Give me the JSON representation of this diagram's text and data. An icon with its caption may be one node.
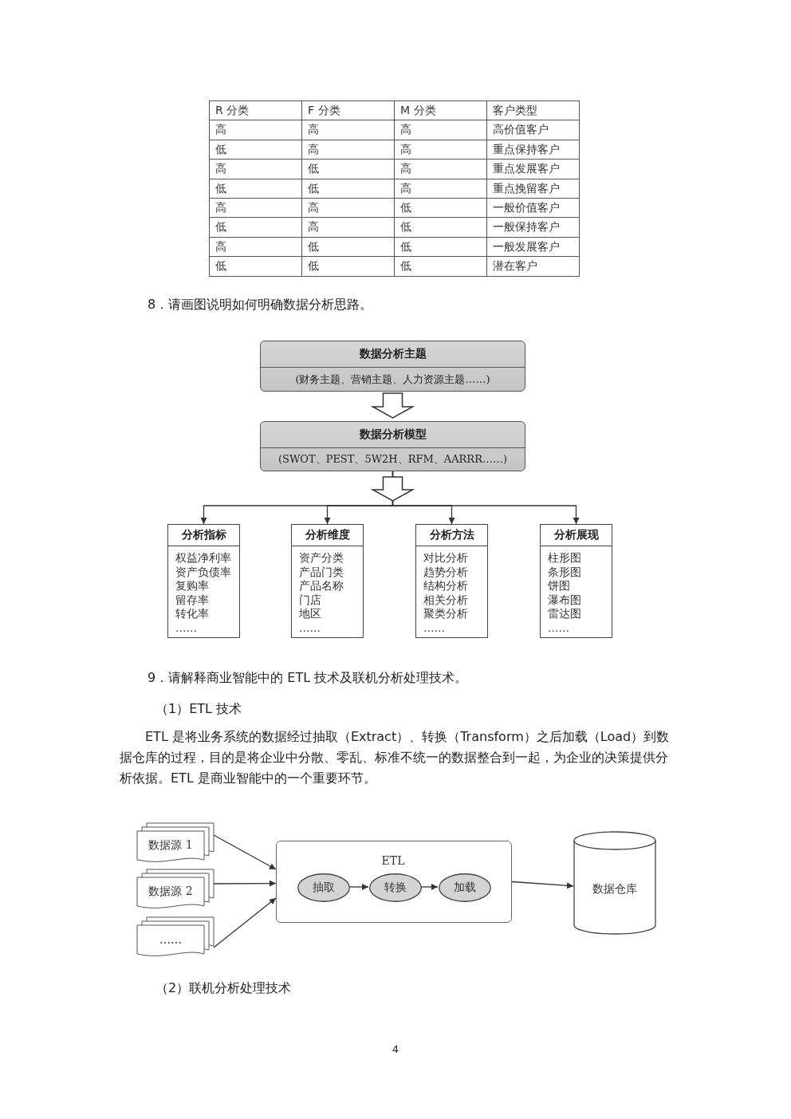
{
  "diagram": {
    "nodes": [
      {
        "text": [
          "数据分析主题",
          "(财务主题、营销主题、人力资源主题……)"
        ]
      },
      {
        "text": [
          "数据分析模型",
          "(SWOT、PEST、5W2H、RFM、AARRR……)"
        ]
      },
      {
        "text": [
          "分析指标",
          "权益净利率",
          "资产负债率",
          "复购率",
          "留存率",
          "转化率",
          "……"
        ]
      },
      {
        "text": [
          "分析维度",
          "资产分类",
          "产品门类",
          "产品名称",
          "门店",
          "地区",
          "……"
        ]
      },
      {
        "text": [
          "分析方法",
          "对比分析",
          "趋势分析",
          "结构分析",
          "相关分析",
          "聚类分析",
          "……"
        ]
      },
      {
        "text": [
          "分析展现",
          "柱形图",
          "条形图",
          "饼图",
          "瀑布图",
          "雷达图",
          "……"
        ]
      },
      {
        "text": [
          "数据源 1"
        ]
      },
      {
        "text": [
          "数据源 2"
        ]
      },
      {
        "text": [
          "……"
        ]
      },
      {
        "text": [
          "ETL"
        ]
      },
      {
        "text": [
          "抽取"
        ],
        "in": 9
      },
      {
        "text": [
          "转换"
        ],
        "in": 9
      },
      {
        "text": [
          "加载"
        ],
        "in": 9
      },
      {
        "text": [
          "数据仓库"
        ]
      }
    ],
    "edges": [
      {
        "from": 0,
        "to": 1,
        "arrow": "to",
        "style": "thick"
      },
      {
        "from": 1,
        "to": 2,
        "arrow": "to"
      },
      {
        "from": 1,
        "to": 3,
        "arrow": "to"
      },
      {
        "from": 1,
        "to": 4,
        "arrow": "to"
      },
      {
        "from": 1,
        "to": 5,
        "arrow": "to"
      },
      {
        "from": 6,
        "to": 9,
        "arrow": "to"
      },
      {
        "from": 7,
        "to": 9,
        "arrow": "to"
      },
      {
        "from": 8,
        "to": 9,
        "arrow": "to"
      },
      {
        "from": 10,
        "to": 11,
        "arrow": "to"
      },
      {
        "from": 11,
        "to": 12,
        "arrow": "to"
      },
      {
        "from": 9,
        "to": 13,
        "arrow": "to"
      }
    ],
    "labels": [
      "R 分类",
      "F 分类",
      "M 分类",
      "客户类型",
      "高",
      "高",
      "高",
      "高价值客户",
      "低",
      "高",
      "高",
      "重点保持客户",
      "高",
      "低",
      "高",
      "重点发展客户",
      "低",
      "低",
      "高",
      "重点挽留客户",
      "高",
      "高",
      "低",
      "一般价值客户",
      "低",
      "高",
      "低",
      "一般保持客户",
      "高",
      "低",
      "低",
      "一般发展客户",
      "低",
      "低",
      "低",
      "潜在客户",
      "8．请画图说明如何明确数据分析思路。",
      "9．请解释商业智能中的 ETL 技术及联机分析处理技术。",
      "（1）ETL 技术",
      "ETL 是将业务系统的数据经过抽取（Extract）、转换（Transform）之后加载（Load）到数据仓库的过程，目的是将企业中分散、零乱、标准不统一的数据整合到一起，为企业的决策提供分析依据。ETL 是商业智能中的一个重要环节。",
      "（2）联机分析处理技术",
      "4"
    ]
  }
}
